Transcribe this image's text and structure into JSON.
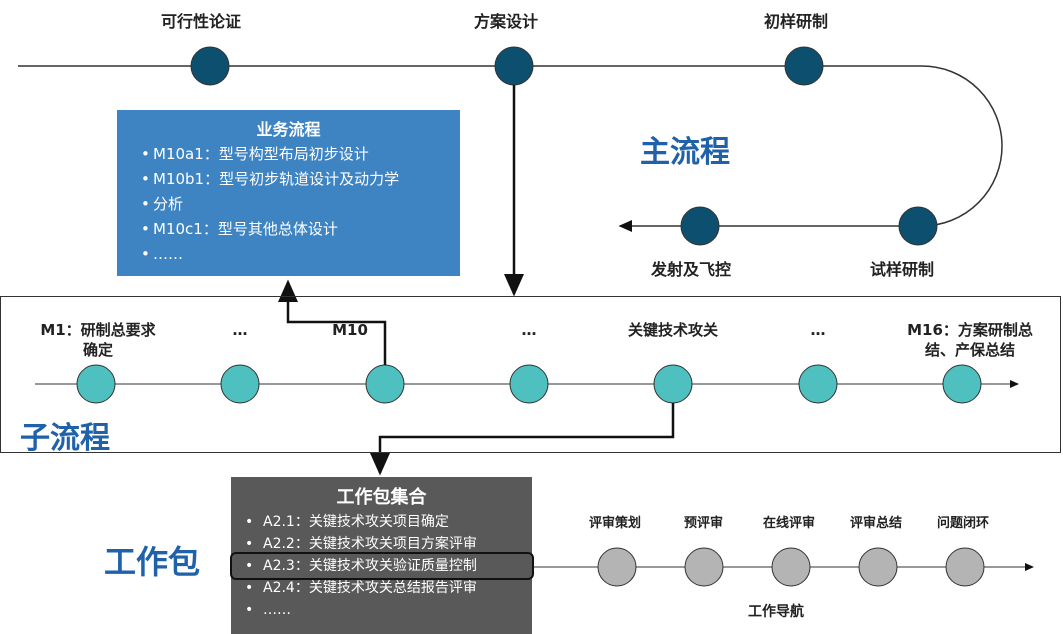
{
  "main_flow": {
    "title": "主流程",
    "stages_top": [
      "可行性论证",
      "方案设计",
      "初样研制"
    ],
    "stages_bottom": [
      "试样研制",
      "发射及飞控"
    ],
    "node_color": "#0d4f6e"
  },
  "business_process": {
    "title": "业务流程",
    "items": [
      "M10a1：型号构型布局初步设计",
      "M10b1：型号初步轨道设计及动力学",
      "分析",
      "M10c1：型号其他总体设计",
      "……"
    ],
    "color": "#3f84c2"
  },
  "sub_flow": {
    "title": "子流程",
    "nodes": [
      "M1：研制总要求\n确定",
      "…",
      "M10",
      "…",
      "关键技术攻关",
      "…",
      "M16：方案研制总\n结、产保总结"
    ],
    "node_color": "#4fc0c0"
  },
  "work_package": {
    "title": "工作包",
    "set_title": "工作包集合",
    "items": [
      "A2.1：关键技术攻关项目确定",
      "A2.2：关键技术攻关项目方案评审",
      "A2.3：关键技术攻关验证质量控制",
      "A2.4：关键技术攻关总结报告评审",
      "……"
    ],
    "highlighted_item": "A2.3：关键技术攻关验证质量控制"
  },
  "work_navigation": {
    "title": "工作导航",
    "steps": [
      "评审策划",
      "预评审",
      "在线评审",
      "评审总结",
      "问题闭环"
    ],
    "node_color": "#b4b4b4"
  }
}
